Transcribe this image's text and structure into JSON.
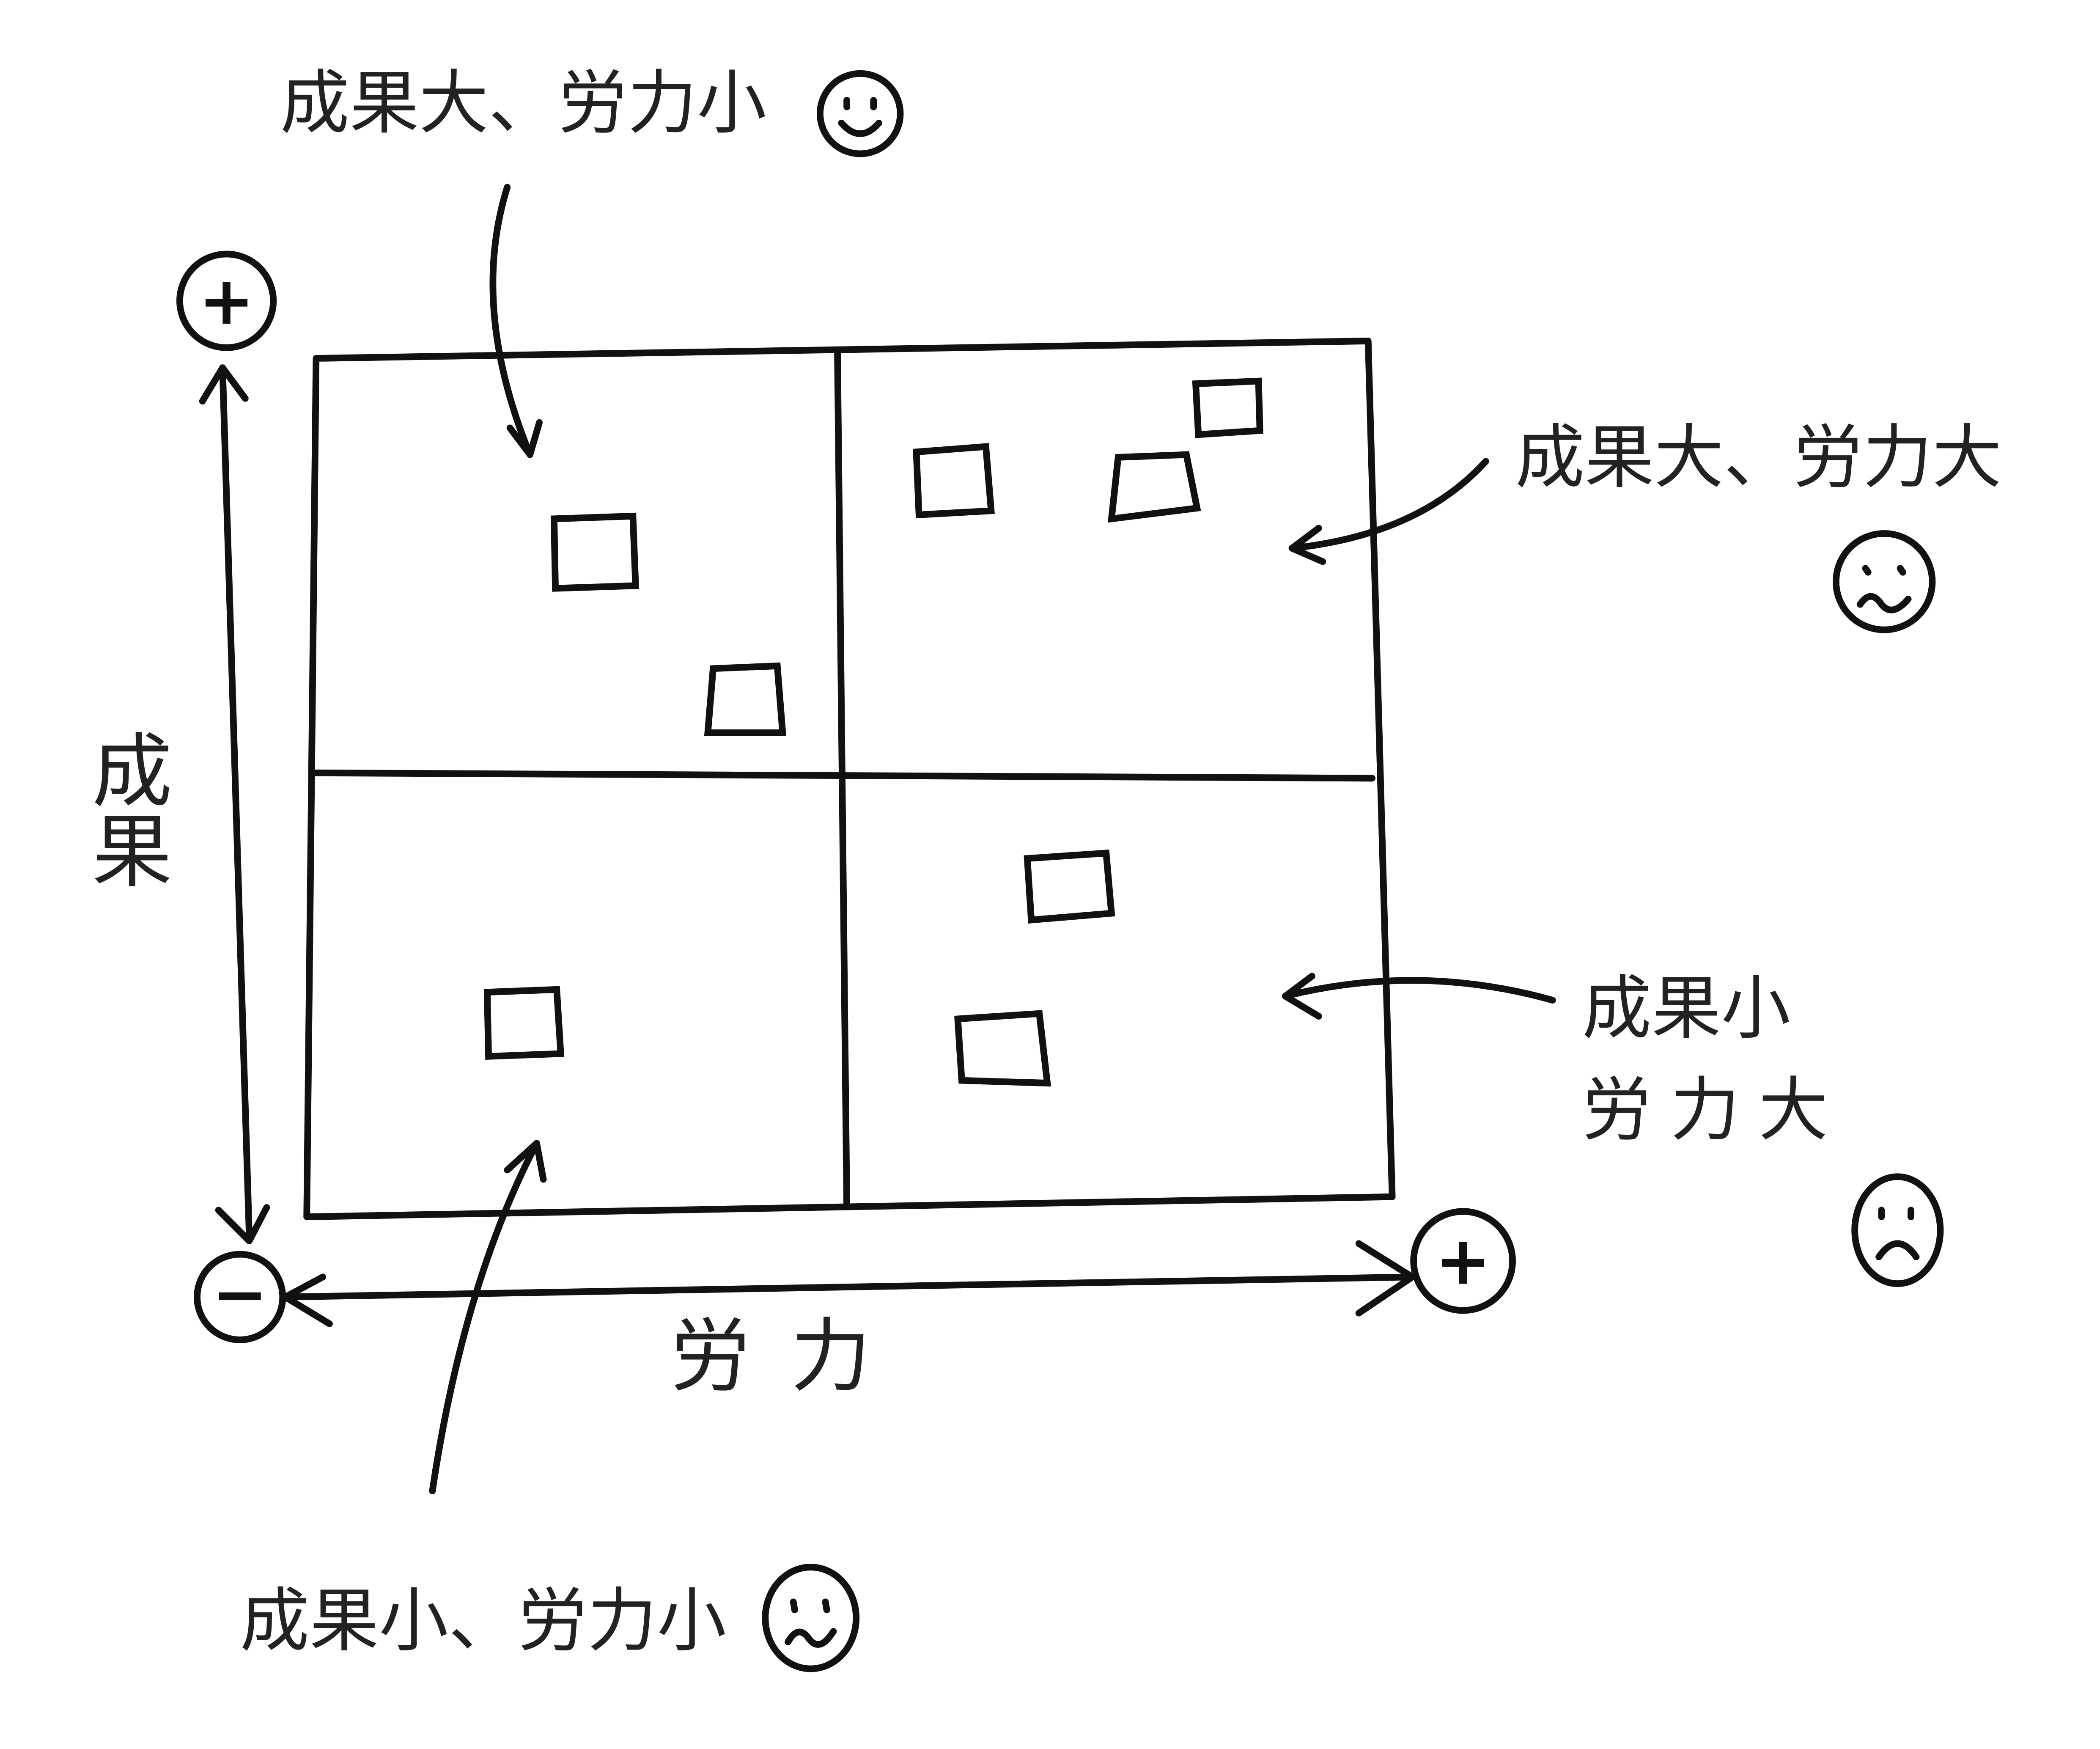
{
  "diagram": {
    "type": "2x2 matrix (hand-drawn)",
    "y_axis": {
      "label": "成果",
      "plus": "+",
      "minus": "−"
    },
    "x_axis": {
      "label": "労力",
      "plus": "+"
    },
    "quadrants": {
      "top_left": {
        "label": "成果大、労力小",
        "face": "happy"
      },
      "top_right": {
        "label": "成果大、労力大",
        "face": "worried"
      },
      "bottom_right": {
        "line1": "成果小",
        "line2": "労力大",
        "face": "sad"
      },
      "bottom_left": {
        "label": "成果小、労力小",
        "face": "wavy"
      }
    }
  }
}
